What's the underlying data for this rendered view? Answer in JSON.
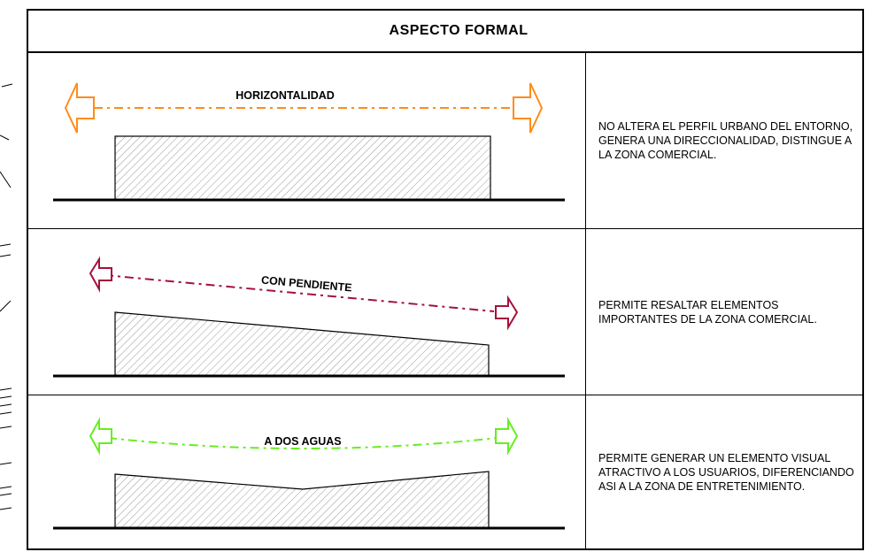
{
  "header": {
    "title": "ASPECTO FORMAL"
  },
  "rows": [
    {
      "label": "HORIZONTALIDAD",
      "description": "NO ALTERA EL PERFIL URBANO DEL ENTORNO, GENERA UNA DIRECCIONALIDAD, DISTINGUE A LA ZONA COMERCIAL.",
      "arrow_color": "#ff8c1a",
      "shape": "flat"
    },
    {
      "label": "CON PENDIENTE",
      "description": "PERMITE RESALTAR ELEMENTOS IMPORTANTES DE LA ZONA COMERCIAL.",
      "arrow_color": "#a3123a",
      "shape": "slope"
    },
    {
      "label": "A DOS AGUAS",
      "description": "PERMITE GENERAR UN ELEMENTO VISUAL ATRACTIVO A LOS USUARIOS, DIFERENCIANDO ASI A LA ZONA DE ENTRETENIMIENTO.",
      "arrow_color": "#66ee22",
      "shape": "valley"
    }
  ],
  "colors": {
    "hatch": "#9a9a9a",
    "border": "#000000"
  }
}
